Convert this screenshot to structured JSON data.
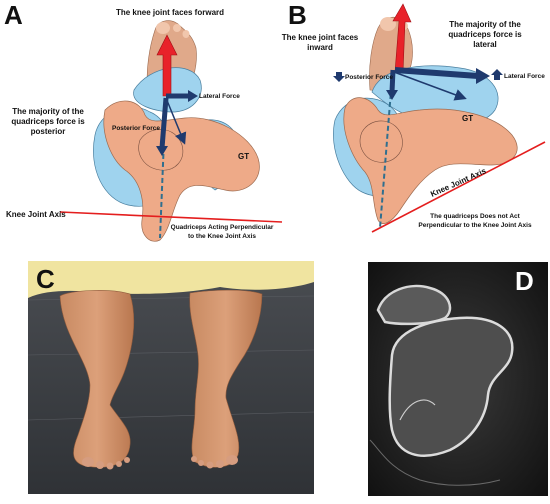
{
  "panels": {
    "A": {
      "letter": "A",
      "title": "The knee joint faces forward",
      "lateral_force": "Lateral Force",
      "posterior_force": "Posterior Force",
      "majority_line1": "The majority of the",
      "majority_line2": "quadriceps force is",
      "majority_line3": "posterior",
      "gt": "GT",
      "axis_label": "Knee Joint Axis",
      "perp_line1": "Quadriceps Acting Perpendicular",
      "perp_line2": "to the Knee Joint Axis"
    },
    "B": {
      "letter": "B",
      "title_line1": "The knee joint faces",
      "title_line2": "inward",
      "majority_line1": "The majority of the",
      "majority_line2": "quadriceps force is",
      "majority_line3": "lateral",
      "posterior_force": "Posterior Force",
      "lateral_force": "Lateral Force",
      "gt": "GT",
      "axis_label": "Knee Joint Axis",
      "not_perp_line1": "The quadriceps Does not Act",
      "not_perp_line2": "Perpendicular to the Knee Joint Axis"
    },
    "C": {
      "letter": "C"
    },
    "D": {
      "letter": "D"
    }
  },
  "colors": {
    "bone_blue": "#9fd3ee",
    "bone_peach": "#eeaa88",
    "arrow_red": "#e8222a",
    "arrow_navy": "#1f3a6e",
    "axis_red": "#e41e1e"
  }
}
